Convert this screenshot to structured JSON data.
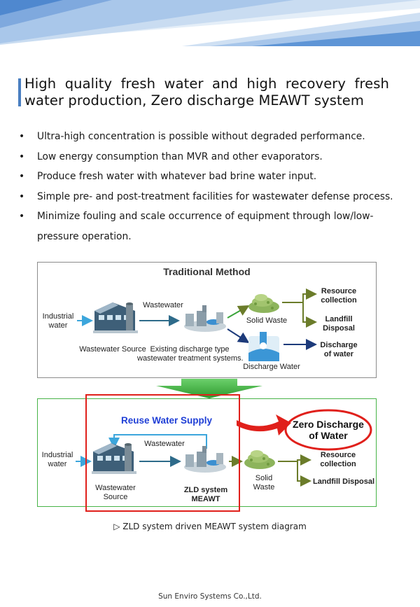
{
  "heading": "High quality fresh water and high recovery fresh water production, Zero discharge MEAWT system",
  "bullets": [
    "Ultra-high concentration is possible without degraded performance.",
    "Low energy consumption than MVR and other evaporators.",
    "Produce fresh water with whatever bad brine water input.",
    "Simple pre- and post-treatment facilities for wastewater defense process.",
    "Minimize fouling and scale occurrence of equipment through low/low-pressure operation."
  ],
  "bullet_symbol": "•",
  "traditional": {
    "title": "Traditional Method",
    "industrial_water": [
      "Industrial",
      "water"
    ],
    "wastewater": "Wastewater",
    "wastewater_source": "Wastewater Source",
    "treatment": [
      "Existing discharge type",
      "wastewater treatment systems."
    ],
    "solid_waste": "Solid Waste",
    "discharge_water": "Discharge Water",
    "resource_collection": [
      "Resource",
      "collection"
    ],
    "landfill_disposal": [
      "Landfill",
      "Disposal"
    ],
    "discharge_of_water": [
      "Discharge",
      "of water"
    ]
  },
  "zld": {
    "reuse_water_supply": "Reuse Water Supply",
    "zero_discharge": [
      "Zero Discharge",
      "of Water"
    ],
    "industrial_water": [
      "Industrial",
      "water"
    ],
    "wastewater": "Wastewater",
    "wastewater_source": [
      "Wastewater",
      "Source"
    ],
    "zld_system": [
      "ZLD system",
      "MEAWT"
    ],
    "solid_waste": [
      "Solid",
      "Waste"
    ],
    "resource_collection": [
      "Resource",
      "collection"
    ],
    "landfill_disposal": "Landfill Disposal"
  },
  "caption": "▷ ZLD system driven MEAWT system diagram",
  "footer": "Sun Enviro Systems Co.,Ltd.",
  "colors": {
    "banner_light": "#dce9f6",
    "banner_mid": "#9cc0e6",
    "banner_dark": "#3f7fc8",
    "accent_bar": "#4a7fc1",
    "blue_title": "#1f3fd6",
    "red": "#e0201b",
    "green_arrow": "#3aa43a",
    "olive_arrow": "#6b7c2a",
    "navy_arrow": "#1c3a7a",
    "teal_arrow": "#2e6b8a"
  }
}
